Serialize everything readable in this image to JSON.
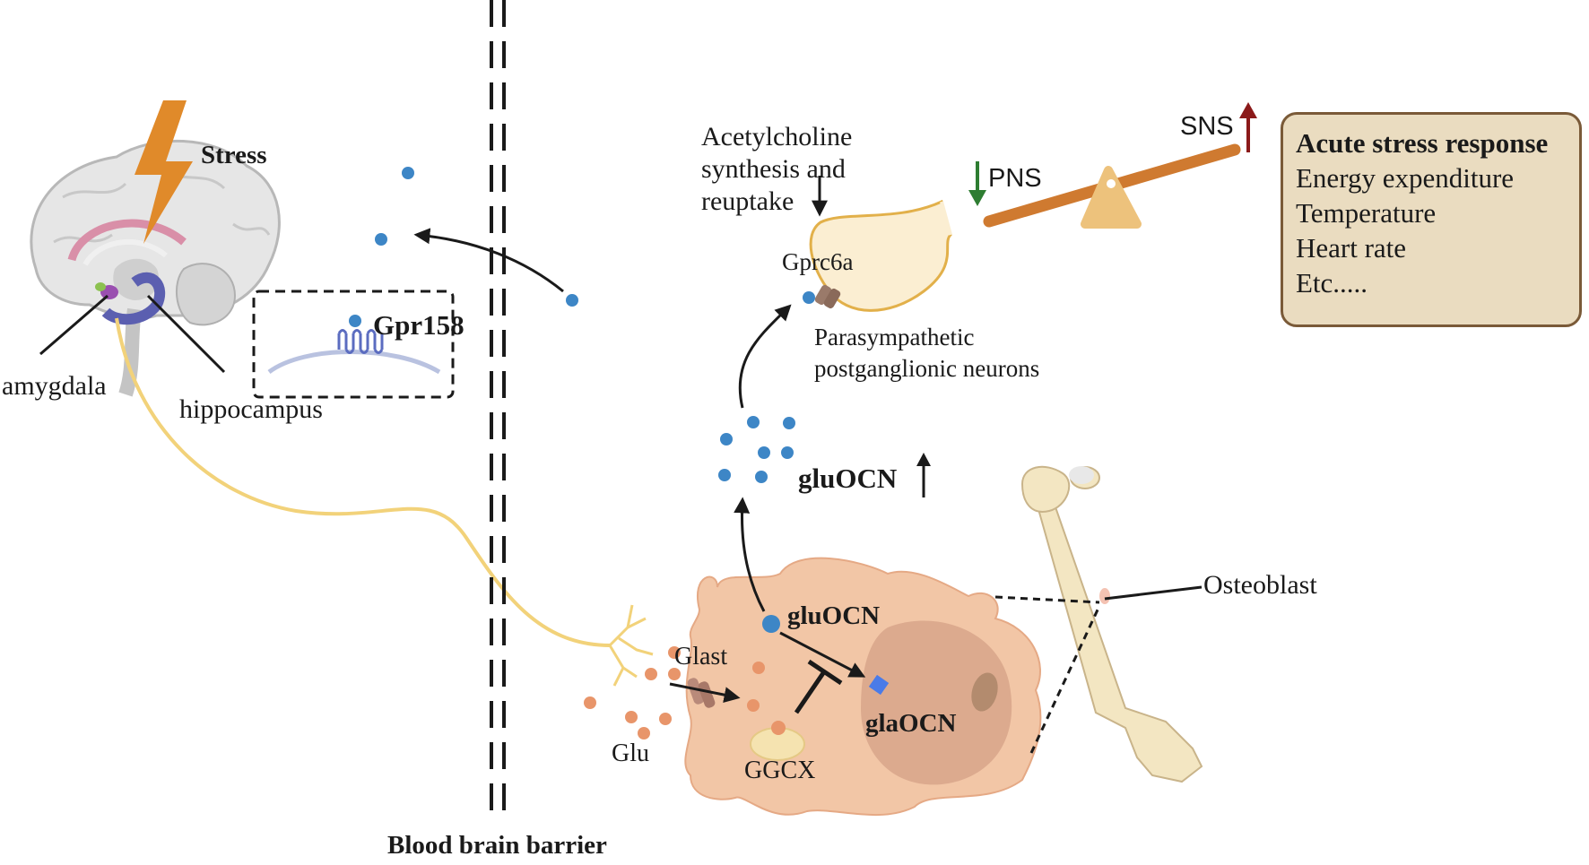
{
  "labels": {
    "stress": "Stress",
    "amygdala": "amygdala",
    "hippocampus": "hippocampus",
    "gpr158": "Gpr158",
    "bbb": "Blood brain barrier",
    "ach_1": "Acetylcholine",
    "ach_2": "synthesis and",
    "ach_3": "reuptake",
    "gprc6a": "Gprc6a",
    "pns_neuron_1": "Parasympathetic",
    "pns_neuron_2": "postganglionic neurons",
    "pns": "PNS",
    "sns": "SNS",
    "gluocn_up": "gluOCN",
    "gluocn_cell": "gluOCN",
    "glaocn": "glaOCN",
    "glast": "Glast",
    "glu": "Glu",
    "ggcx": "GGCX",
    "osteoblast": "Osteoblast"
  },
  "response_box": {
    "title": "Acute stress response",
    "items": [
      "Energy expenditure",
      "Temperature",
      "Heart rate",
      "Etc....."
    ]
  },
  "colors": {
    "stress_bolt": "#e08a2a",
    "ocn_dot": "#3d86c6",
    "glu_dot": "#e8956a",
    "nerve": "#f2d27a",
    "cell": "#f2c6a6",
    "seesaw": "#cf7a30",
    "box_fill": "#eadcc0",
    "box_border": "#7a5a38",
    "pns_arrow": "#2e7d32",
    "sns_arrow": "#8b1a1a"
  }
}
